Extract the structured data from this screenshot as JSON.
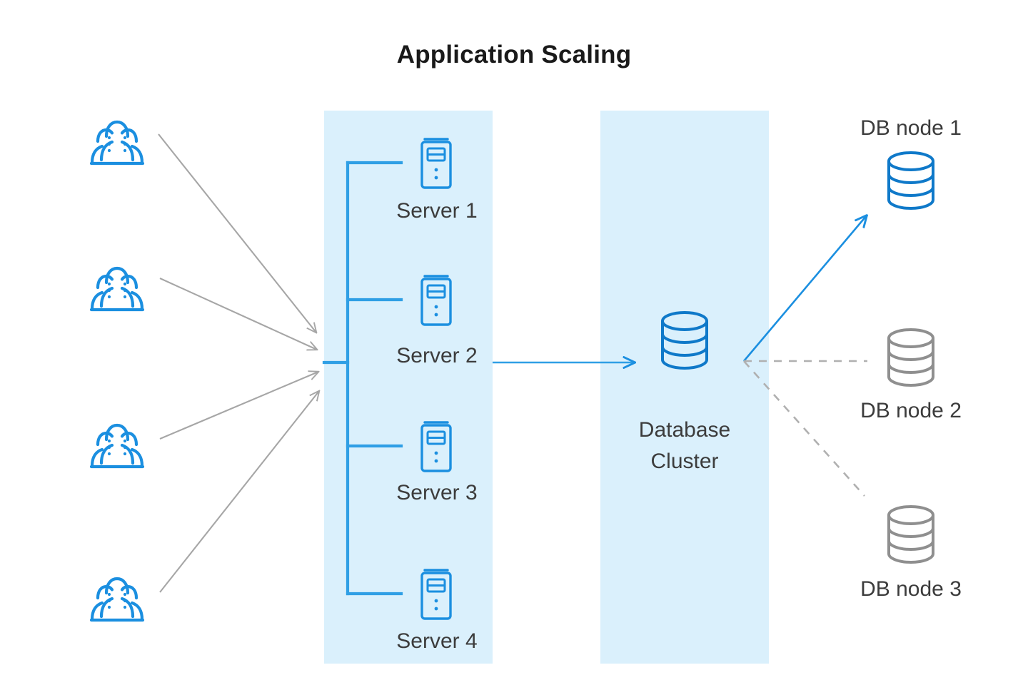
{
  "title": "Application Scaling",
  "colors": {
    "accent_blue": "#1b8fe0",
    "deep_blue": "#0f79c9",
    "band_blue": "#daf0fc",
    "inactive_gray": "#8f8f8f",
    "arrow_gray": "#a6a6a6",
    "text_dark": "#3c3c3c",
    "title_dark": "#1a1a1a"
  },
  "clients": {
    "icon": "users-group-icon",
    "count": 4,
    "items": [
      {
        "name": "client-group-1"
      },
      {
        "name": "client-group-2"
      },
      {
        "name": "client-group-3"
      },
      {
        "name": "client-group-4"
      }
    ]
  },
  "app_tier": {
    "band_name": "application-tier-band",
    "servers": [
      {
        "label": "Server 1",
        "icon": "server-tower-icon",
        "state": "active"
      },
      {
        "label": "Server 2",
        "icon": "server-tower-icon",
        "state": "active"
      },
      {
        "label": "Server 3",
        "icon": "server-tower-icon",
        "state": "active"
      },
      {
        "label": "Server 4",
        "icon": "server-tower-icon",
        "state": "active"
      }
    ]
  },
  "database_tier": {
    "band_name": "database-tier-band",
    "cluster": {
      "label_line1": "Database",
      "label_line2": "Cluster",
      "icon": "database-cylinder-icon",
      "state": "active"
    }
  },
  "db_nodes": [
    {
      "label": "DB node 1",
      "icon": "database-cylinder-icon",
      "state": "active",
      "link": "solid"
    },
    {
      "label": "DB node 2",
      "icon": "database-cylinder-icon",
      "state": "inactive",
      "link": "dashed"
    },
    {
      "label": "DB node 3",
      "icon": "database-cylinder-icon",
      "state": "inactive",
      "link": "dashed"
    }
  ],
  "connectors": {
    "client_to_lb": {
      "name": "client-to-loadbalancer-arrows",
      "style": "solid-gray",
      "count": 4
    },
    "lb_tree": {
      "name": "loadbalancer-tree-connector",
      "style": "solid-blue"
    },
    "server_to_cluster": {
      "name": "server-to-cluster-arrow",
      "style": "solid-blue"
    },
    "cluster_to_node1": {
      "name": "cluster-to-dbnode1-arrow",
      "style": "solid-blue"
    },
    "cluster_to_node2": {
      "name": "cluster-to-dbnode2-dashed",
      "style": "dashed-gray"
    },
    "cluster_to_node3": {
      "name": "cluster-to-dbnode3-dashed",
      "style": "dashed-gray"
    }
  }
}
